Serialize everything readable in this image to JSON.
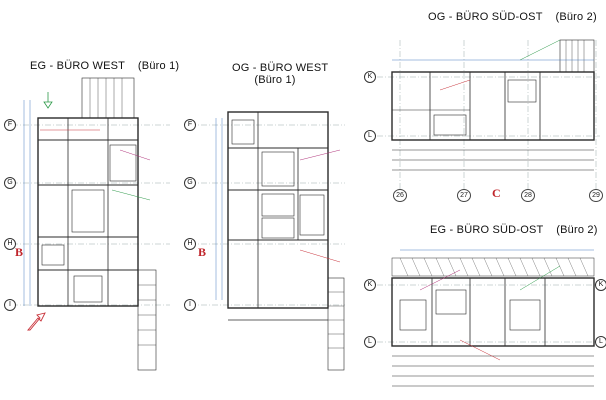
{
  "plans": {
    "eg_west": {
      "title": "EG - BÜRO WEST",
      "subtitle": "(Büro 1)"
    },
    "og_west": {
      "title": "OG - BÜRO WEST",
      "subtitle": "(Büro 1)"
    },
    "og_suedost": {
      "title": "OG - BÜRO SÜD-OST",
      "subtitle": "(Büro 2)"
    },
    "eg_suedost": {
      "title": "EG - BÜRO SÜD-OST",
      "subtitle": "(Büro 2)"
    }
  },
  "grid_axes_west": [
    "F",
    "G",
    "H",
    "I"
  ],
  "grid_axes_east": [
    "K",
    "L"
  ],
  "column_axes": [
    "26",
    "27",
    "28",
    "29"
  ],
  "section_marks": {
    "west_left": "B",
    "west_right": "B",
    "east_top": "C"
  },
  "colors": {
    "line": "#2b2b2b",
    "grid_red": "#c8323a",
    "grid_blue": "#4a7fc0",
    "annot_green": "#2e9a4a",
    "annot_magenta": "#b0327a"
  }
}
